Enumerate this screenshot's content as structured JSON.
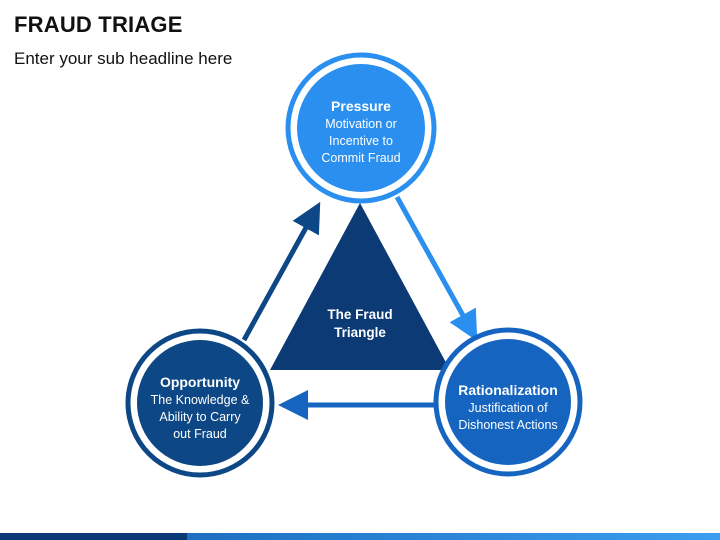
{
  "header": {
    "title": "FRAUD TRIAGE",
    "subtitle": "Enter your sub headline here"
  },
  "center": {
    "label_line1": "The Fraud",
    "label_line2": "Triangle"
  },
  "nodes": [
    {
      "id": "pressure",
      "heading": "Pressure",
      "lines": [
        "Motivation or",
        "Incentive to",
        "Commit Fraud"
      ],
      "color": "#2b8ff0"
    },
    {
      "id": "rationalization",
      "heading": "Rationalization",
      "lines": [
        "Justification of",
        "Dishonest Actions"
      ],
      "color": "#1565c0"
    },
    {
      "id": "opportunity",
      "heading": "Opportunity",
      "lines": [
        "The Knowledge &",
        "Ability to Carry",
        "out Fraud"
      ],
      "color": "#0d4785"
    }
  ],
  "colors": {
    "triangle": "#0b3a74",
    "arrow_pressure_to_rationalization": "#2b8ff0",
    "arrow_rationalization_to_opportunity": "#1565c0",
    "arrow_opportunity_to_pressure": "#0d4785"
  }
}
